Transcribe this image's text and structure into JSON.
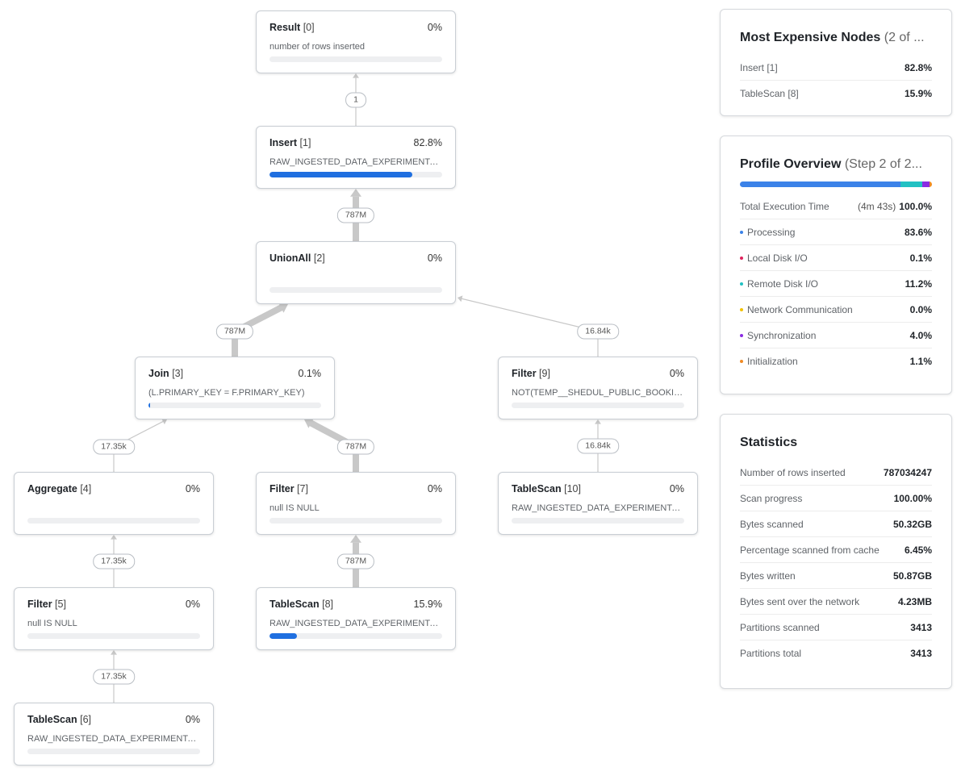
{
  "nodes": [
    {
      "id": 0,
      "name": "Result",
      "index": "[0]",
      "pct": "0%",
      "desc": "number of rows inserted",
      "fill": 0
    },
    {
      "id": 1,
      "name": "Insert",
      "index": "[1]",
      "pct": "82.8%",
      "desc": "RAW_INGESTED_DATA_EXPERIMENTAL....",
      "fill": 0.828
    },
    {
      "id": 2,
      "name": "UnionAll",
      "index": "[2]",
      "pct": "0%",
      "desc": "",
      "fill": 0
    },
    {
      "id": 3,
      "name": "Join",
      "index": "[3]",
      "pct": "0.1%",
      "desc": "(L.PRIMARY_KEY = F.PRIMARY_KEY)",
      "fill": 0.001
    },
    {
      "id": 4,
      "name": "Aggregate",
      "index": "[4]",
      "pct": "0%",
      "desc": "",
      "fill": 0
    },
    {
      "id": 5,
      "name": "Filter",
      "index": "[5]",
      "pct": "0%",
      "desc": "null IS NULL",
      "fill": 0
    },
    {
      "id": 6,
      "name": "TableScan",
      "index": "[6]",
      "pct": "0%",
      "desc": "RAW_INGESTED_DATA_EXPERIMENTAL....",
      "fill": 0
    },
    {
      "id": 7,
      "name": "Filter",
      "index": "[7]",
      "pct": "0%",
      "desc": "null IS NULL",
      "fill": 0
    },
    {
      "id": 8,
      "name": "TableScan",
      "index": "[8]",
      "pct": "15.9%",
      "desc": "RAW_INGESTED_DATA_EXPERIMENTAL....",
      "fill": 0.159
    },
    {
      "id": 9,
      "name": "Filter",
      "index": "[9]",
      "pct": "0%",
      "desc": "NOT(TEMP__SHEDUL_PUBLIC_BOOKIN...",
      "fill": 0
    },
    {
      "id": 10,
      "name": "TableScan",
      "index": "[10]",
      "pct": "0%",
      "desc": "RAW_INGESTED_DATA_EXPERIMENTAL....",
      "fill": 0
    }
  ],
  "edges": [
    {
      "from": 1,
      "to": 0,
      "label": "1",
      "weight": "thin"
    },
    {
      "from": 2,
      "to": 1,
      "label": "787M",
      "weight": "thick"
    },
    {
      "from": 3,
      "to": 2,
      "label": "787M",
      "weight": "thick"
    },
    {
      "from": 9,
      "to": 2,
      "label": "16.84k",
      "weight": "thin"
    },
    {
      "from": 4,
      "to": 3,
      "label": "17.35k",
      "weight": "thin"
    },
    {
      "from": 7,
      "to": 3,
      "label": "787M",
      "weight": "thick"
    },
    {
      "from": 5,
      "to": 4,
      "label": "17.35k",
      "weight": "thin"
    },
    {
      "from": 6,
      "to": 5,
      "label": "17.35k",
      "weight": "thin"
    },
    {
      "from": 8,
      "to": 7,
      "label": "787M",
      "weight": "thick"
    },
    {
      "from": 10,
      "to": 9,
      "label": "16.84k",
      "weight": "thin"
    }
  ],
  "expensive": {
    "title": "Most Expensive Nodes",
    "subtitle": "(2 of ...",
    "rows": [
      {
        "label": "Insert [1]",
        "value": "82.8%"
      },
      {
        "label": "TableScan [8]",
        "value": "15.9%"
      }
    ]
  },
  "overview": {
    "title": "Profile Overview",
    "subtitle": "(Step 2 of 2...",
    "total": {
      "label": "Total Execution Time",
      "paren": "(4m 43s)",
      "value": "100.0%"
    },
    "rows": [
      {
        "label": "Processing",
        "value": "83.6%",
        "color": "#3b82e8",
        "frac": 0.836
      },
      {
        "label": "Local Disk I/O",
        "value": "0.1%",
        "color": "#e0245e",
        "frac": 0.001
      },
      {
        "label": "Remote Disk I/O",
        "value": "11.2%",
        "color": "#22c1c3",
        "frac": 0.112
      },
      {
        "label": "Network Communication",
        "value": "0.0%",
        "color": "#f2c200",
        "frac": 0.0
      },
      {
        "label": "Synchronization",
        "value": "4.0%",
        "color": "#8a2be2",
        "frac": 0.04
      },
      {
        "label": "Initialization",
        "value": "1.1%",
        "color": "#f08a24",
        "frac": 0.011
      }
    ]
  },
  "statistics": {
    "title": "Statistics",
    "rows": [
      {
        "label": "Number of rows inserted",
        "value": "787034247"
      },
      {
        "label": "Scan progress",
        "value": "100.00%"
      },
      {
        "label": "Bytes scanned",
        "value": "50.32GB"
      },
      {
        "label": "Percentage scanned from cache",
        "value": "6.45%"
      },
      {
        "label": "Bytes written",
        "value": "50.87GB"
      },
      {
        "label": "Bytes sent over the network",
        "value": "4.23MB"
      },
      {
        "label": "Partitions scanned",
        "value": "3413"
      },
      {
        "label": "Partitions total",
        "value": "3413"
      }
    ]
  }
}
